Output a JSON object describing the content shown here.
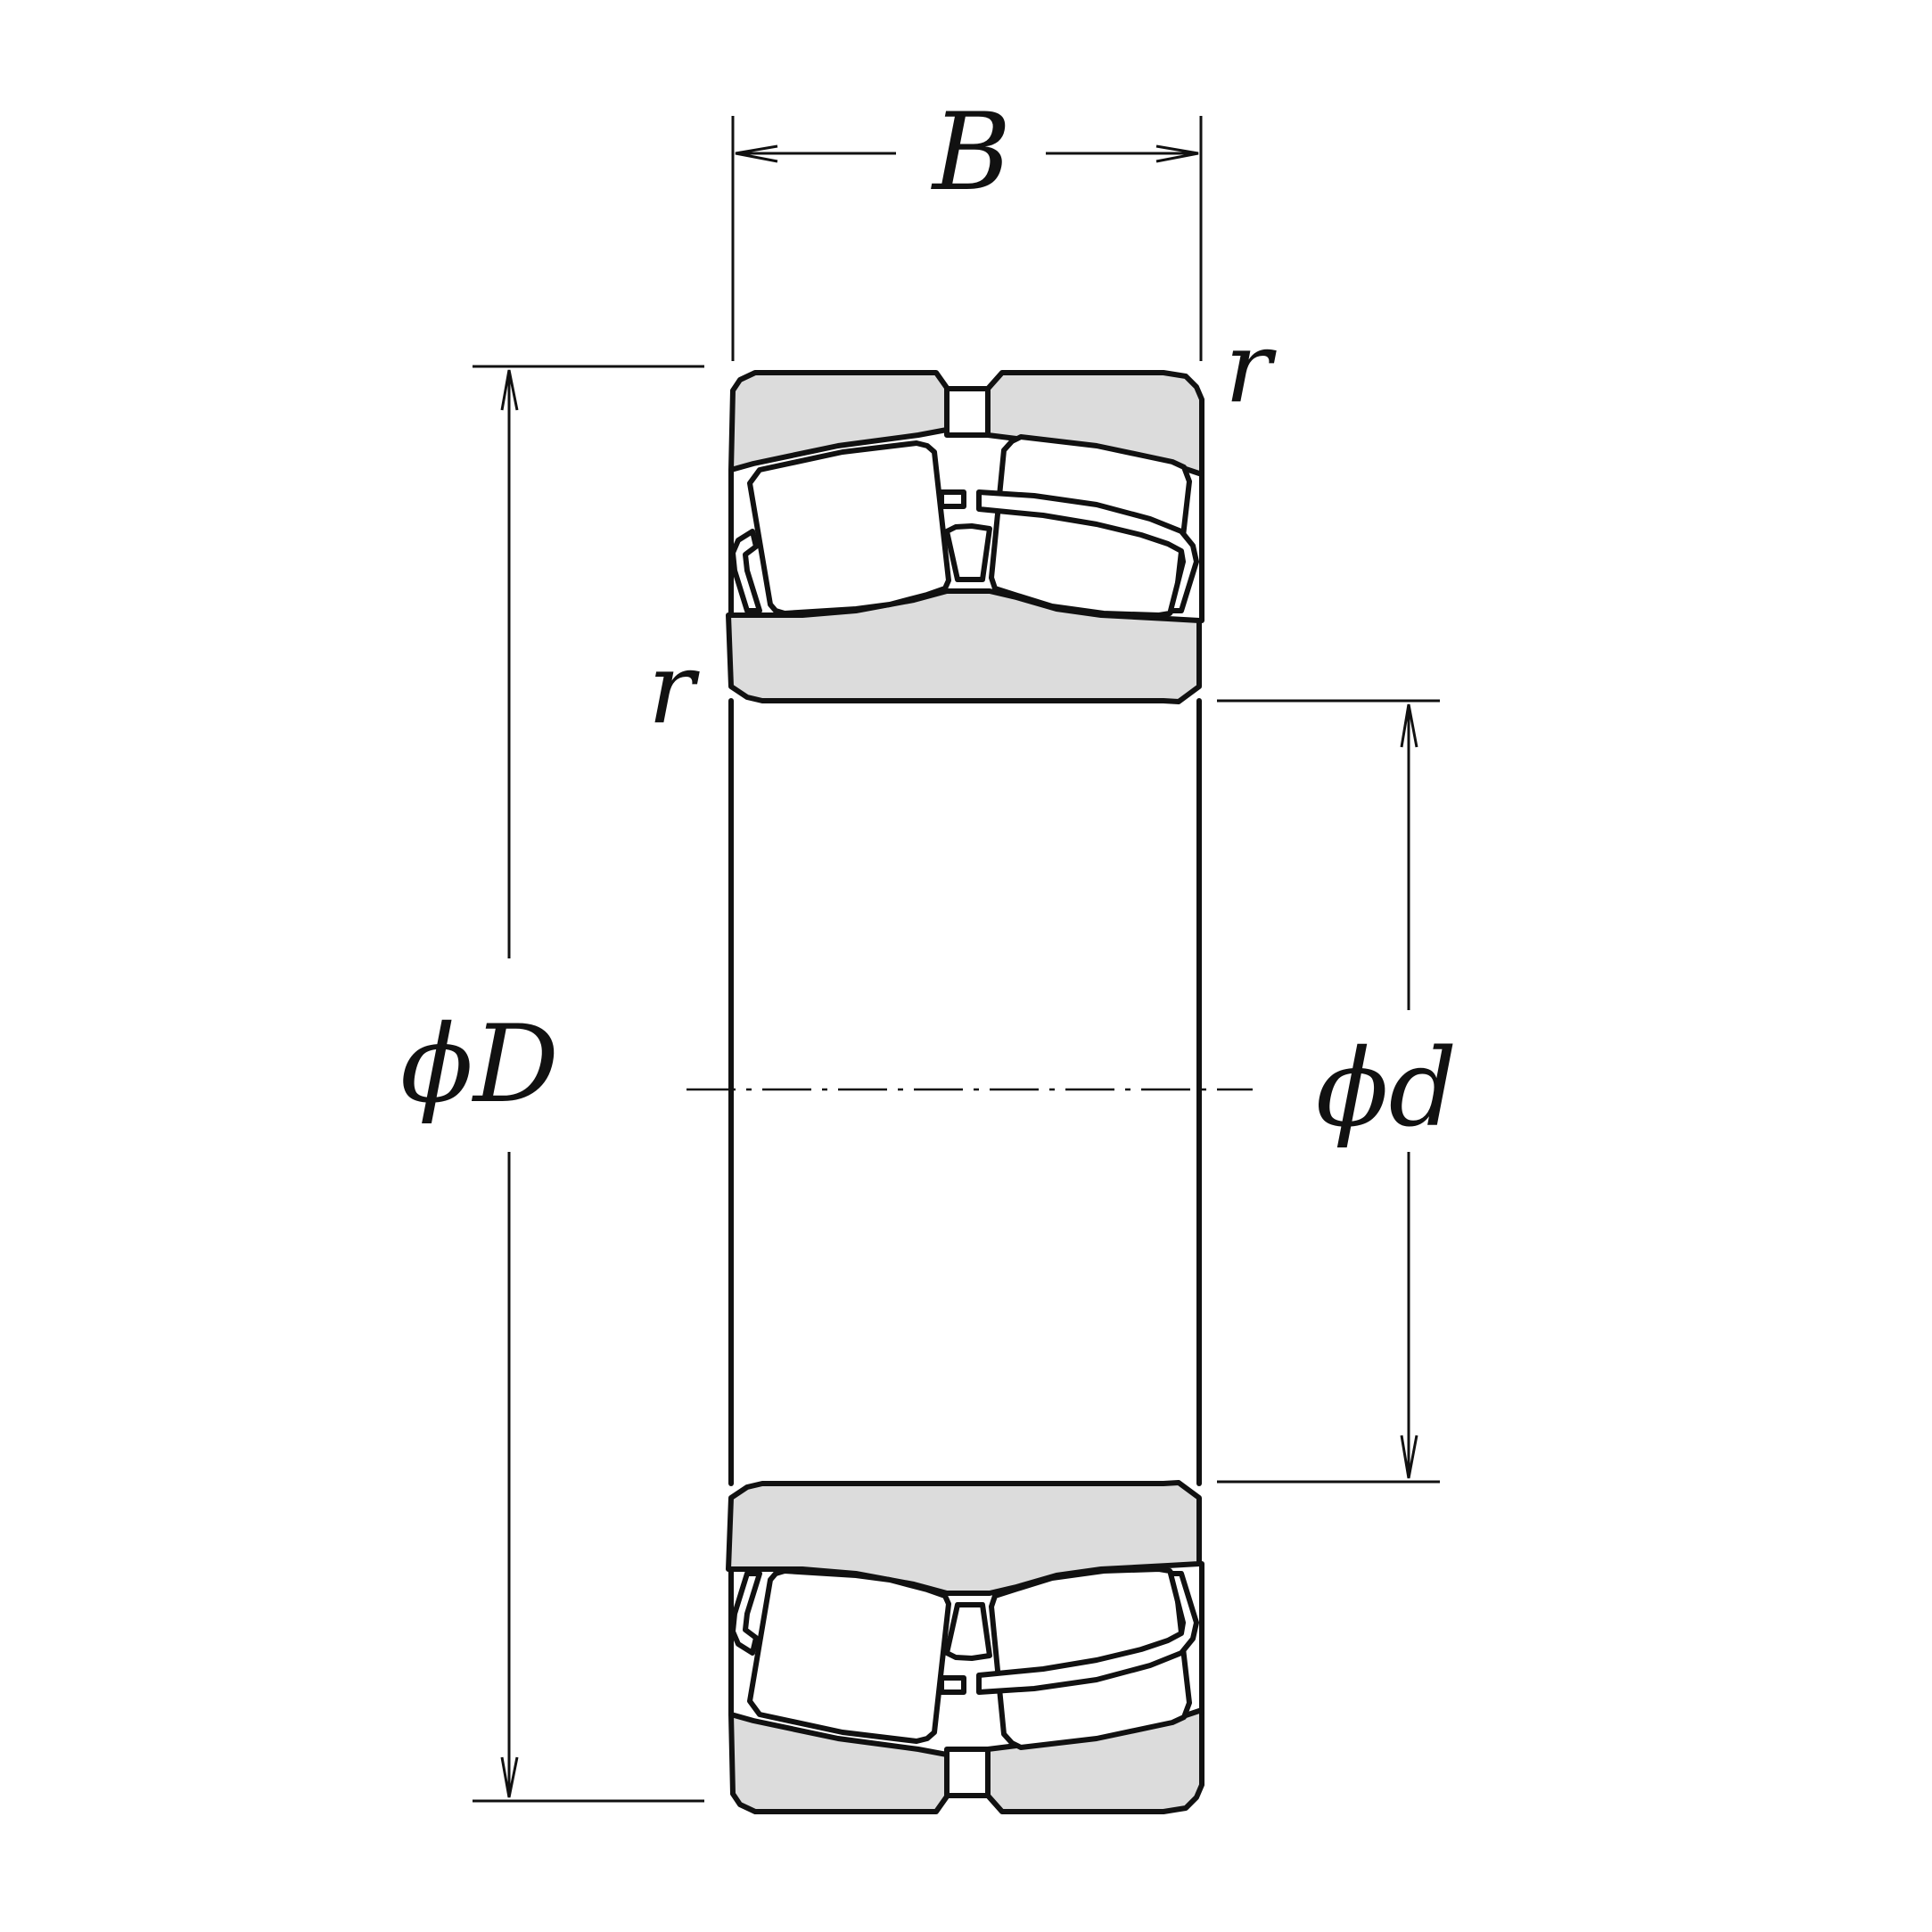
{
  "labels": {
    "width": "B",
    "outer_diameter": "ϕD",
    "bore_diameter": "ϕd",
    "chamfer_top_right": "r",
    "chamfer_left": "r"
  },
  "colors": {
    "ring_fill": "#dcdcdc",
    "line": "#111111",
    "background": "#ffffff"
  }
}
